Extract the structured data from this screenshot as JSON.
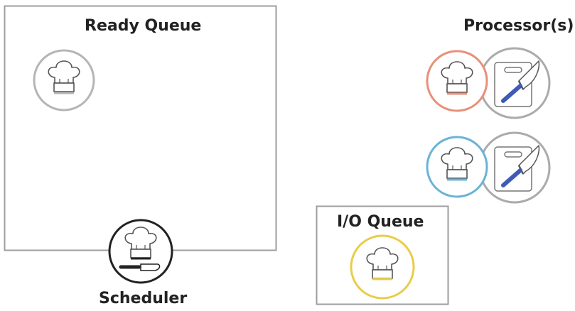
{
  "labels": {
    "ready_queue": "Ready Queue",
    "processors": "Processor(s)",
    "io_queue": "I/O Queue",
    "scheduler": "Scheduler"
  },
  "colors": {
    "box_border": "#9e9e9e",
    "ready_chef_ring": "#b5b5b5",
    "processor1_chef_ring": "#e8907a",
    "processor2_chef_ring": "#6ab3d6",
    "io_chef_ring": "#e9cc4a",
    "scheduler_ring": "#222222",
    "board_ring": "#ababab",
    "knife_handle": "#3f5bb5",
    "hat_outline": "#555555"
  },
  "icons": {
    "chef": "chef-hat-icon",
    "board": "cutting-board-icon",
    "knife": "chef-knife-icon"
  }
}
